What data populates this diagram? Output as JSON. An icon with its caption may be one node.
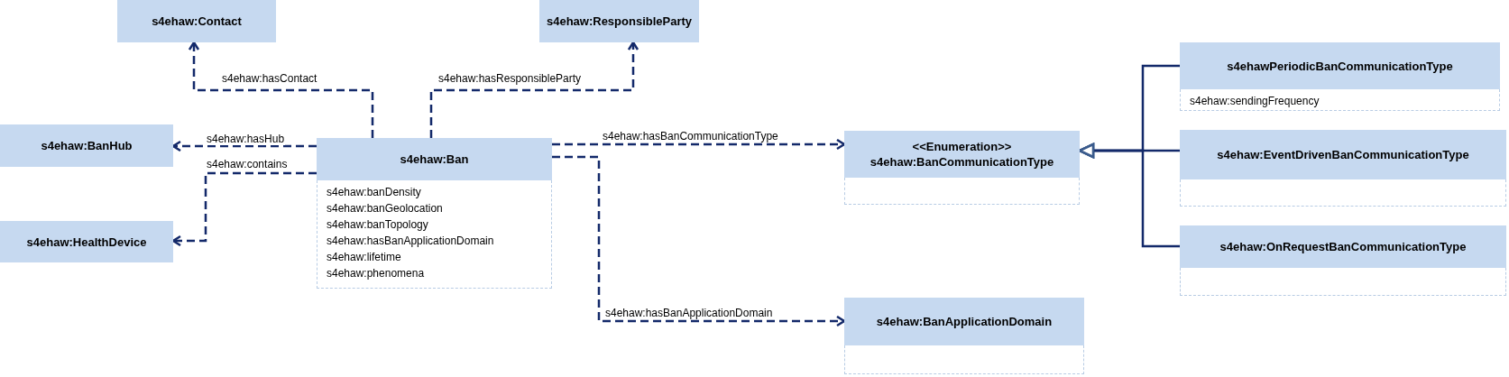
{
  "diagram": {
    "nodes": [
      {
        "text": [
          "s4ehaw:Contact"
        ]
      },
      {
        "text": [
          "s4ehaw:ResponsibleParty"
        ]
      },
      {
        "text": [
          "s4ehaw:BanHub"
        ]
      },
      {
        "text": [
          "s4ehaw:HealthDevice"
        ]
      },
      {
        "text": [
          "s4ehaw:Ban",
          "s4ehaw:banDensity",
          "s4ehaw:banGeolocation",
          "s4ehaw:banTopology",
          "s4ehaw:hasBanApplicationDomain",
          "s4ehaw:lifetime",
          "s4ehaw:phenomena"
        ]
      },
      {
        "text": [
          "<<Enumeration>>",
          "s4ehaw:BanCommunicationType"
        ]
      },
      {
        "text": [
          "s4ehaw:BanApplicationDomain"
        ]
      },
      {
        "text": [
          "s4ehawPeriodicBanCommunicationType",
          "s4ehaw:sendingFrequency"
        ]
      },
      {
        "text": [
          "s4ehaw:EventDrivenBanCommunicationType"
        ]
      },
      {
        "text": [
          "s4ehaw:OnRequestBanCommunicationType"
        ]
      }
    ],
    "edges": [
      {
        "from": 4,
        "to": 0,
        "arrow": "to",
        "style": "dashed",
        "label": "s4ehaw:hasContact"
      },
      {
        "from": 4,
        "to": 1,
        "arrow": "to",
        "style": "dashed",
        "label": "s4ehaw:hasResponsibleParty"
      },
      {
        "from": 4,
        "to": 2,
        "arrow": "to",
        "style": "dashed",
        "label": "s4ehaw:hasHub"
      },
      {
        "from": 4,
        "to": 3,
        "arrow": "to",
        "style": "dashed",
        "label": "s4ehaw:contains"
      },
      {
        "from": 4,
        "to": 5,
        "arrow": "to",
        "style": "dashed",
        "label": "s4ehaw:hasBanCommunicationType"
      },
      {
        "from": 4,
        "to": 6,
        "arrow": "to",
        "style": "dashed",
        "label": "s4ehaw:hasBanApplicationDomain"
      },
      {
        "from": 7,
        "to": 5,
        "arrow": "to"
      },
      {
        "from": 8,
        "to": 5,
        "arrow": "to"
      },
      {
        "from": 9,
        "to": 5,
        "arrow": "to"
      }
    ]
  }
}
